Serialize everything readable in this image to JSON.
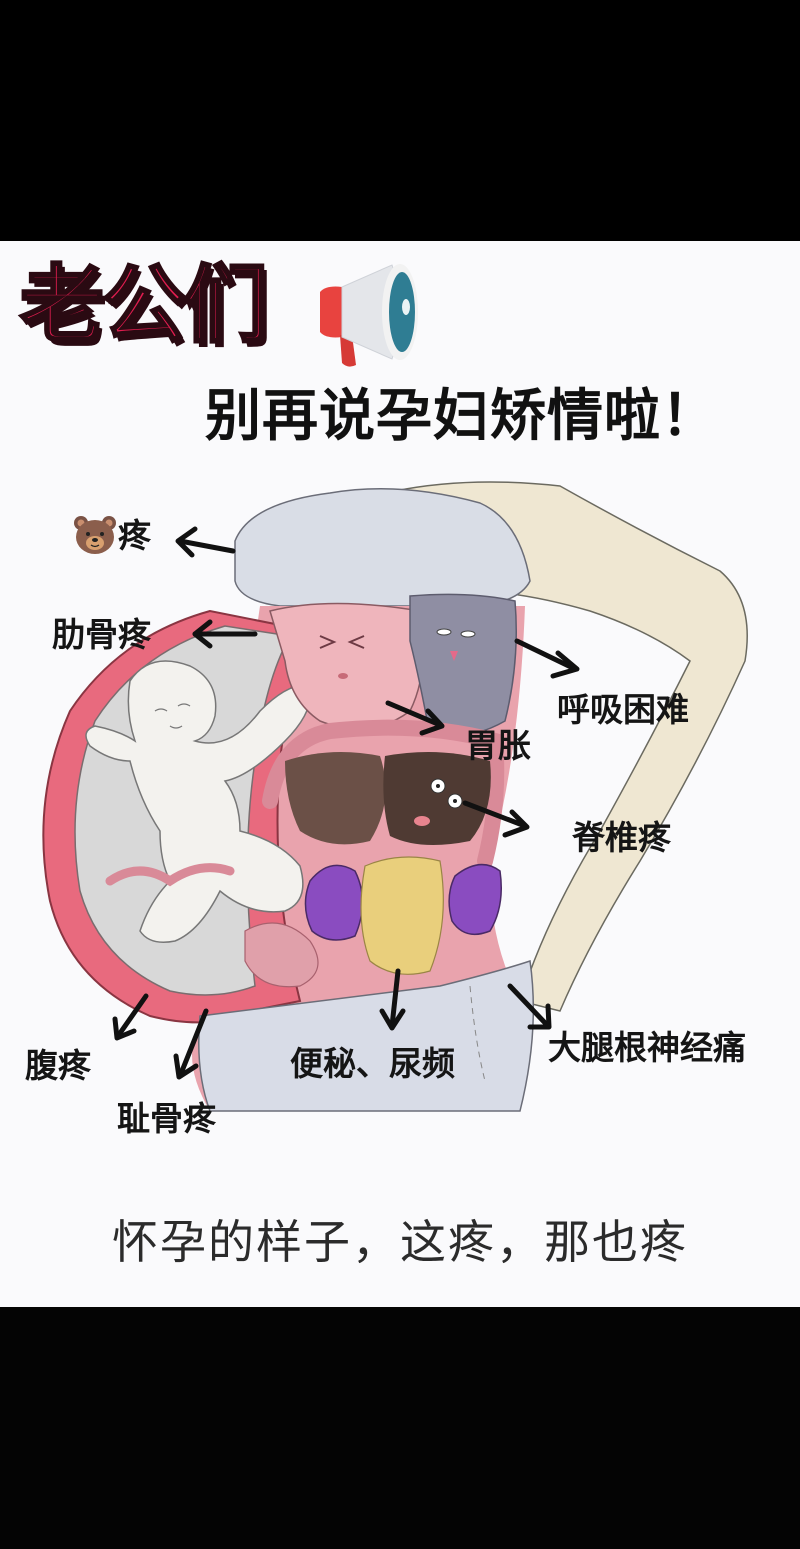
{
  "title": {
    "main": "老公们",
    "megaphone_icon": "megaphone-icon",
    "sub": "别再说孕妇矫情啦！"
  },
  "labels": {
    "chest": {
      "icon": "bear-face-icon",
      "text": "疼"
    },
    "rib": "肋骨疼",
    "breathing": "呼吸困难",
    "stomach": "胃胀",
    "spine": "脊椎疼",
    "abdomen": "腹疼",
    "pubic": "耻骨疼",
    "bowel_bladder": "便秘、尿频",
    "thigh_nerve": "大腿根神经痛"
  },
  "caption": "怀孕的样子，这疼，那也疼",
  "colors": {
    "title_red": "#e01d4f",
    "text_dark": "#151515",
    "panel_bg": "#fafafc",
    "bars": "#000000",
    "uterus_pink": "#e86a7e",
    "skin": "#efe7d2",
    "top_gray": "#d9dde6",
    "organ_purple": "#8a4cc0",
    "liver_brown": "#5a4038",
    "intestine_pink": "#d98a98",
    "baby_white": "#f3f2ee",
    "lung_gray": "#8f8ea3"
  }
}
